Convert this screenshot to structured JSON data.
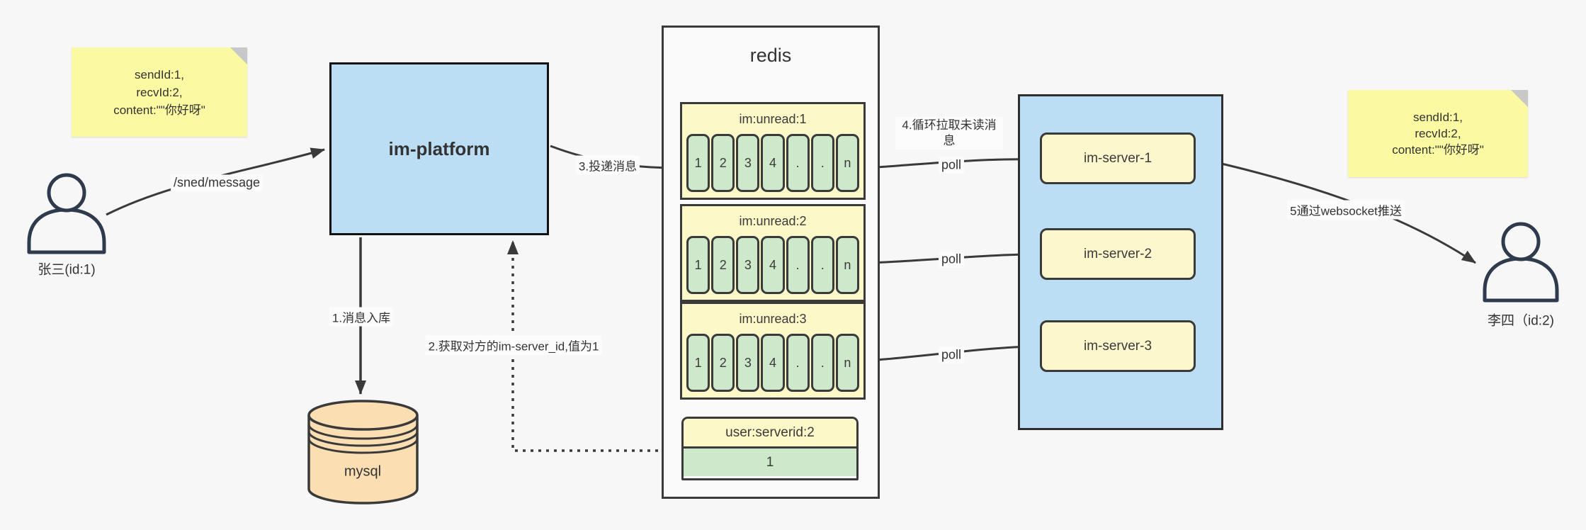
{
  "notes": {
    "left": {
      "lines": [
        "sendId:1,",
        "recvId:2,",
        "content:\"\"你好呀\""
      ]
    },
    "right": {
      "lines": [
        "sendId:1,",
        "recvId:2,",
        "content:\"\"你好呀\""
      ]
    }
  },
  "actors": {
    "sender": {
      "label": "张三(id:1)"
    },
    "receiver": {
      "label": "李四（id:2)"
    }
  },
  "platform": {
    "label": "im-platform"
  },
  "database": {
    "label": "mysql"
  },
  "redis": {
    "title": "redis",
    "queues": [
      {
        "name": "im:unread:1",
        "cells": [
          "1",
          "2",
          "3",
          "4",
          ".",
          ".",
          "n"
        ]
      },
      {
        "name": "im:unread:2",
        "cells": [
          "1",
          "2",
          "3",
          "4",
          ".",
          ".",
          "n"
        ]
      },
      {
        "name": "im:unread:3",
        "cells": [
          "1",
          "2",
          "3",
          "4",
          ".",
          ".",
          "n"
        ]
      }
    ],
    "kv": {
      "key": "user:serverid:2",
      "value": "1"
    }
  },
  "servers": {
    "items": [
      {
        "label": "im-server-1"
      },
      {
        "label": "im-server-2"
      },
      {
        "label": "im-server-3"
      }
    ]
  },
  "edges": {
    "send": "/sned/message",
    "step1": "1.消息入库",
    "step2": "2.获取对方的im-server_id,值为1",
    "step3": "3.投递消息",
    "step4": "4.循环拉取未读消息",
    "poll": "poll",
    "step5": "5通过websocket推送"
  },
  "colors": {
    "background": "#F7F7F7",
    "note_yellow": "#FBF9A2",
    "note_fold": "#C8C8C8",
    "node_blue": "#BCDEF5",
    "queue_yellow": "#FCF8C8",
    "cell_green": "#CEE8CB",
    "server_yellow": "#FCF7CD",
    "db_orange": "#FBDFB3",
    "line_dark": "#3A3A3A",
    "person_navy": "#2F3B4D"
  }
}
